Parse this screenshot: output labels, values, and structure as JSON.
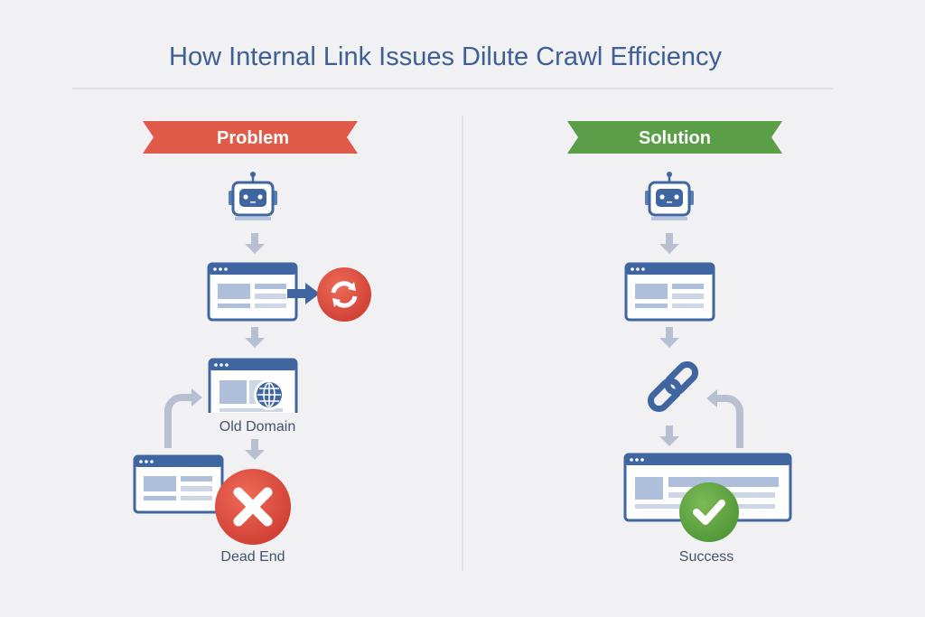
{
  "title": "How Internal Link Issues Dilute Crawl Efficiency",
  "problem": {
    "banner": "Problem",
    "old_domain_label": "Old Domain",
    "dead_end_label": "Dead End"
  },
  "solution": {
    "banner": "Solution",
    "success_label": "Success"
  },
  "colors": {
    "title": "#3e5f95",
    "problem": "#e05a4a",
    "solution": "#5a9e48",
    "icon_blue": "#3f66a0",
    "arrow_gray": "#b7bfd0"
  }
}
